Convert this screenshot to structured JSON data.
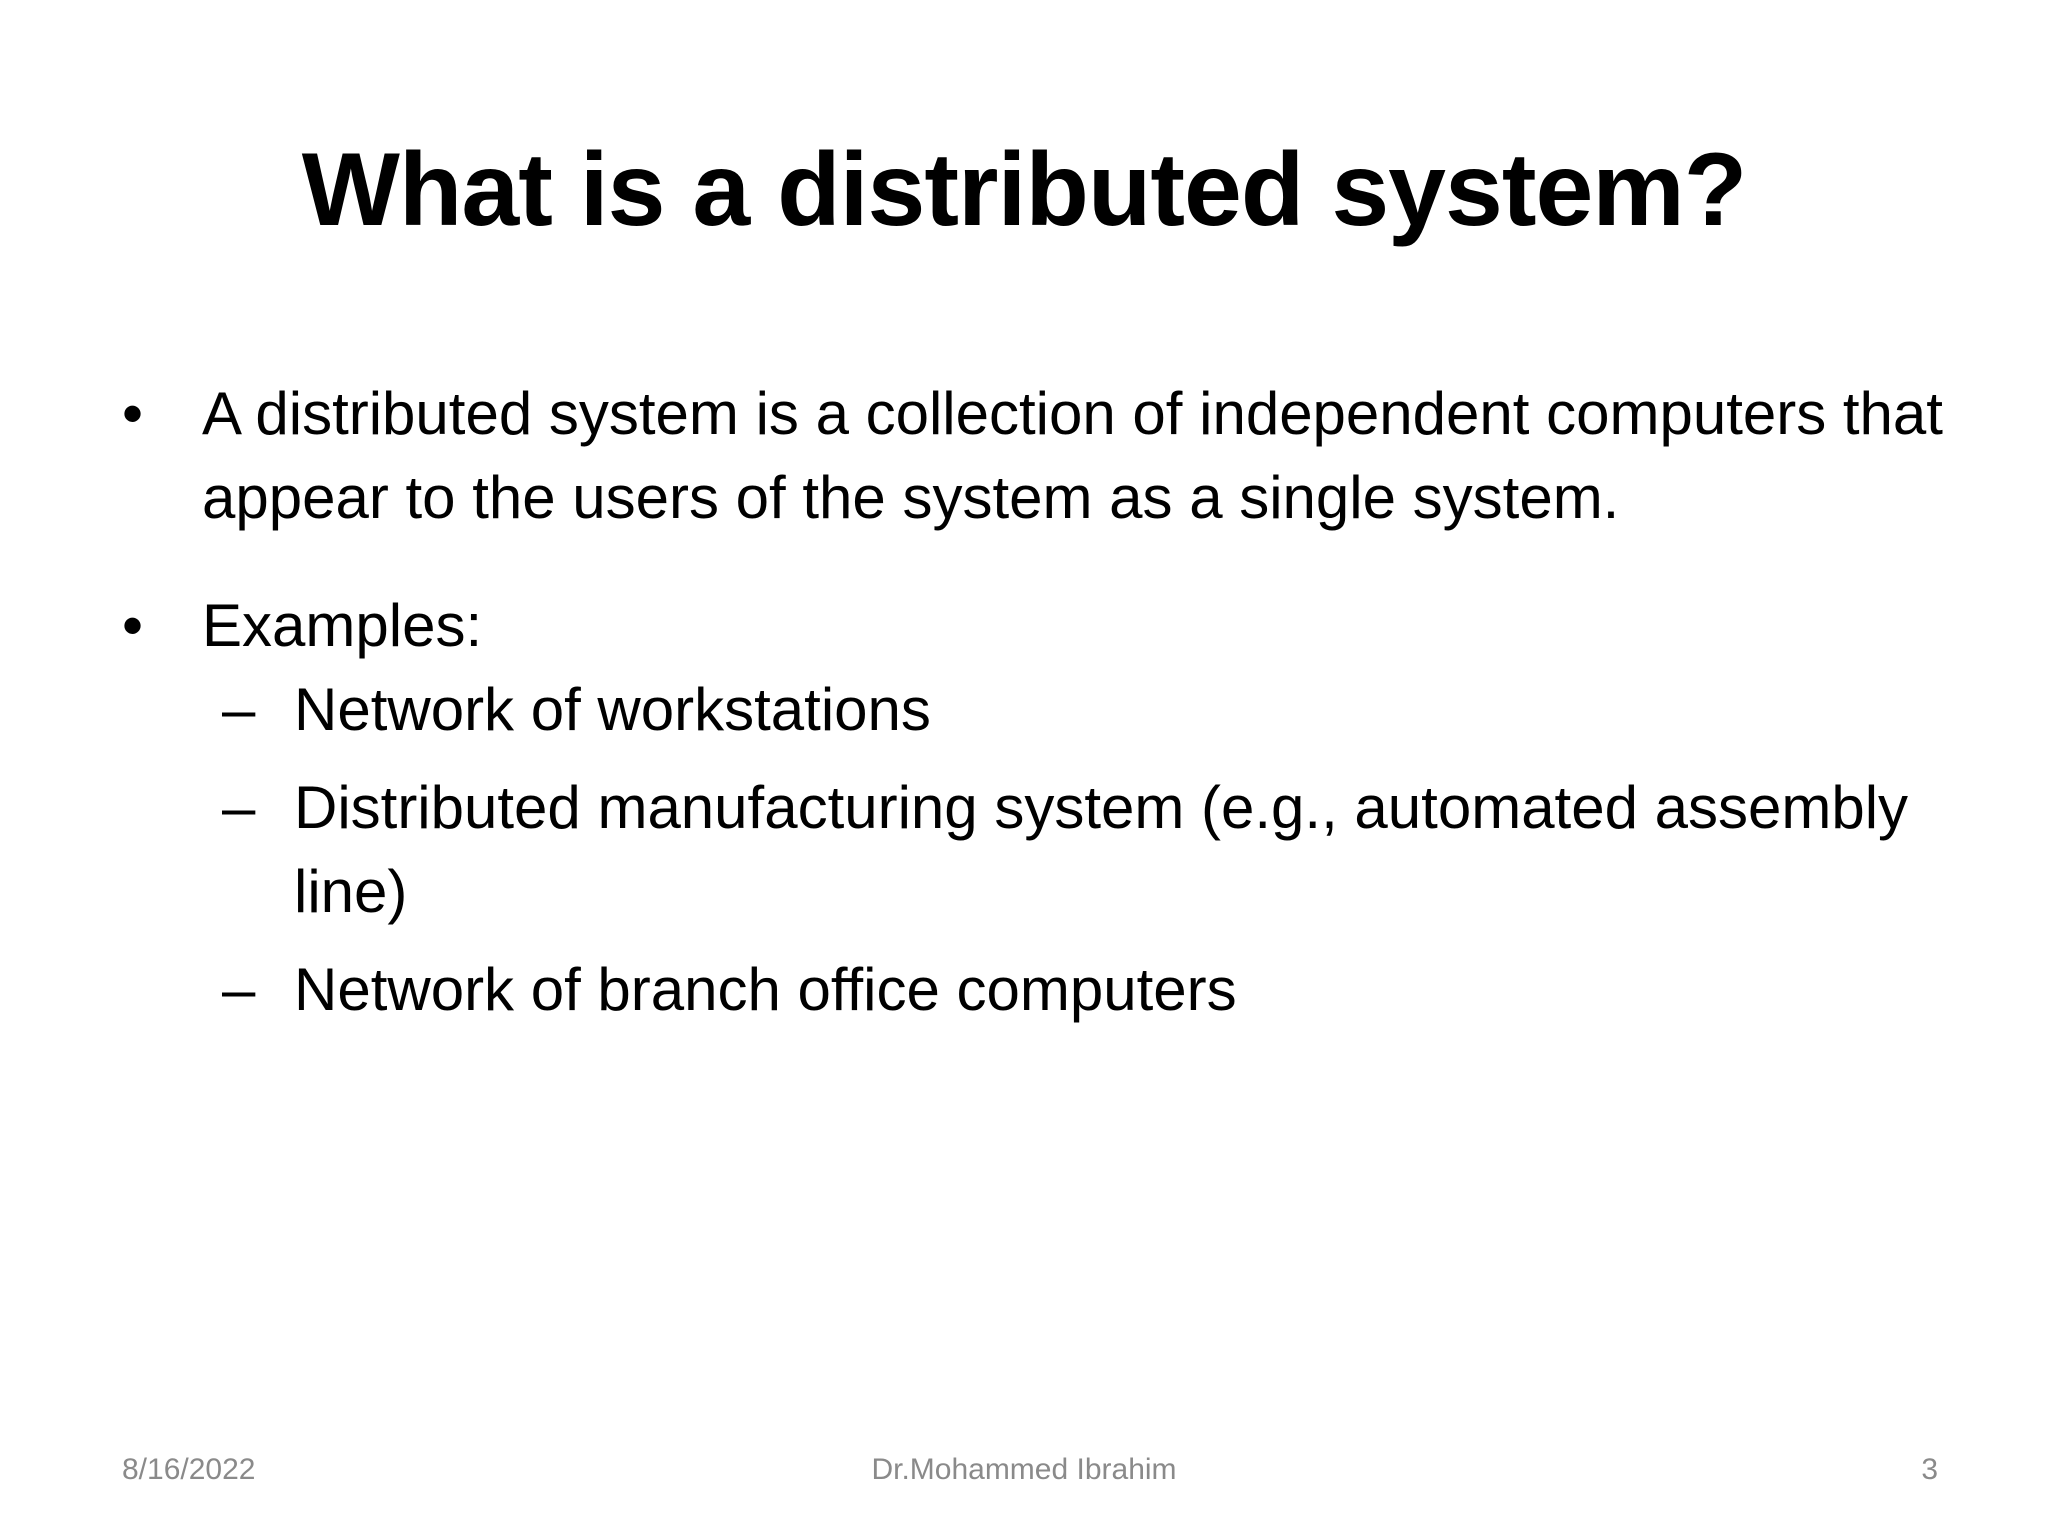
{
  "slide": {
    "title": "What is a distributed system?",
    "bullets": [
      {
        "marker": "•",
        "text": "A distributed system is a collection of independent computers that appear to the users of the system as a single system."
      },
      {
        "marker": "•",
        "text": "Examples:",
        "subitems": [
          {
            "marker": "–",
            "text": "Network of workstations"
          },
          {
            "marker": "–",
            "text": "Distributed manufacturing system (e.g., automated assembly line)"
          },
          {
            "marker": "–",
            "text": "Network of branch office computers"
          }
        ]
      }
    ]
  },
  "footer": {
    "date": "8/16/2022",
    "author": "Dr.Mohammed Ibrahim",
    "page_number": "3"
  }
}
